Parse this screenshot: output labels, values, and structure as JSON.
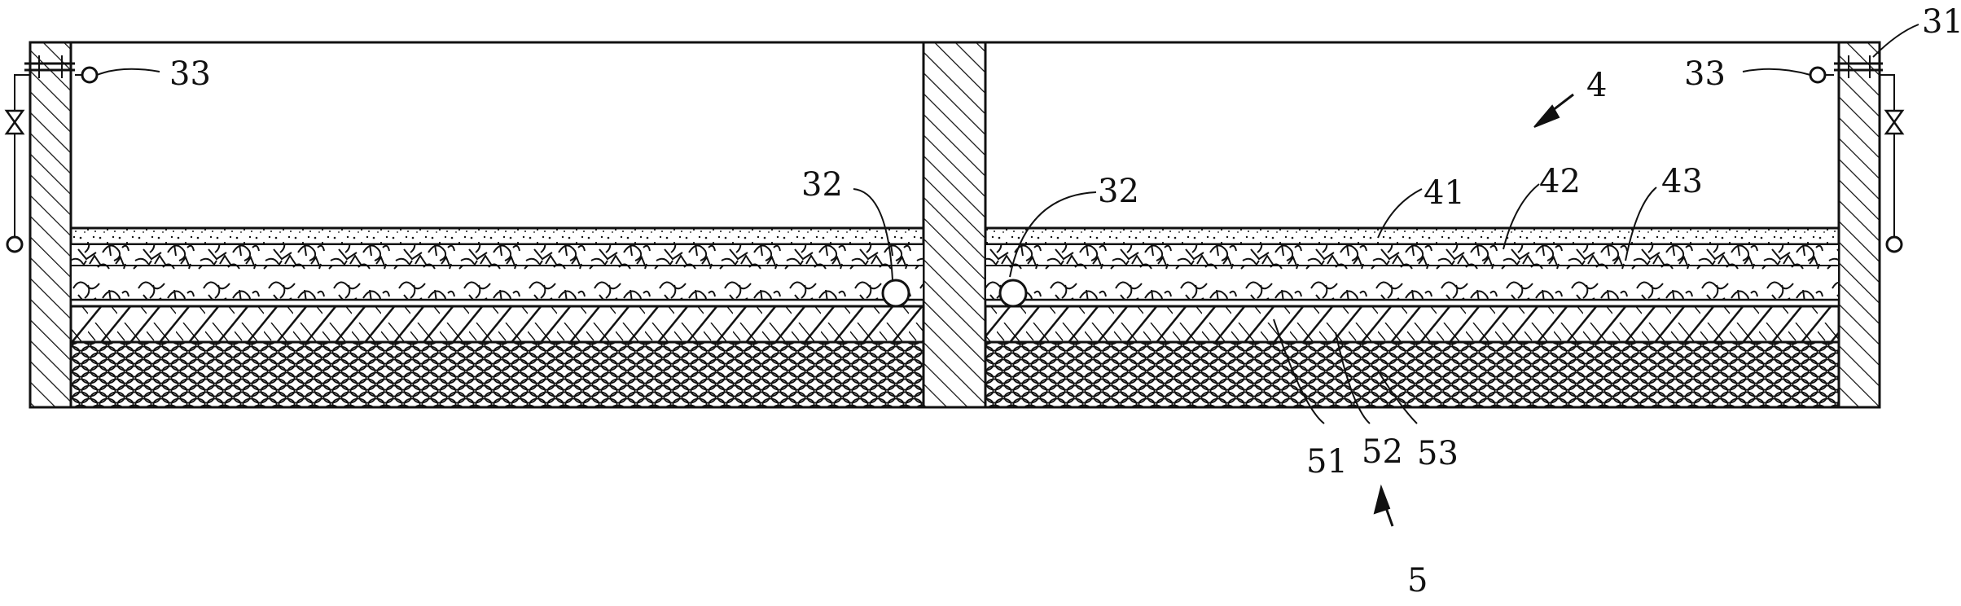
{
  "labels": {
    "l33_left": "33",
    "l33_right": "33",
    "l31": "31",
    "l4": "4",
    "l32_left": "32",
    "l32_right": "32",
    "l41": "41",
    "l42": "42",
    "l43": "43",
    "l51": "51",
    "l52": "52",
    "l53": "53",
    "l5": "5"
  },
  "colors": {
    "stroke": "#111111",
    "background": "#ffffff"
  }
}
